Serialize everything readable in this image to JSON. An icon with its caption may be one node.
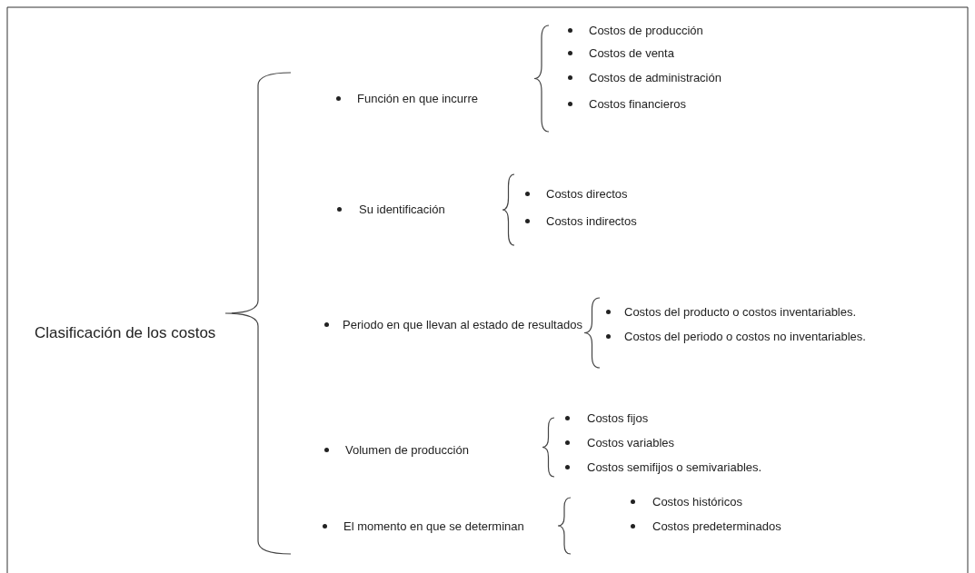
{
  "diagram": {
    "labels": [
      "Clasificación de los costos",
      "Función en que incurre",
      "Costos de producción",
      "Costos de venta",
      "Costos de administración",
      "Costos financieros",
      "Su identificación",
      "Costos directos",
      "Costos indirectos",
      "Periodo en que llevan al estado de resultados",
      "Costos del producto o costos inventariables.",
      "Costos del periodo o costos no inventariables.",
      "Volumen de producción",
      "Costos fijos",
      "Costos variables",
      "Costos semifijos o semivariables.",
      "El momento en que se determinan",
      "Costos históricos",
      "Costos predeterminados"
    ]
  }
}
